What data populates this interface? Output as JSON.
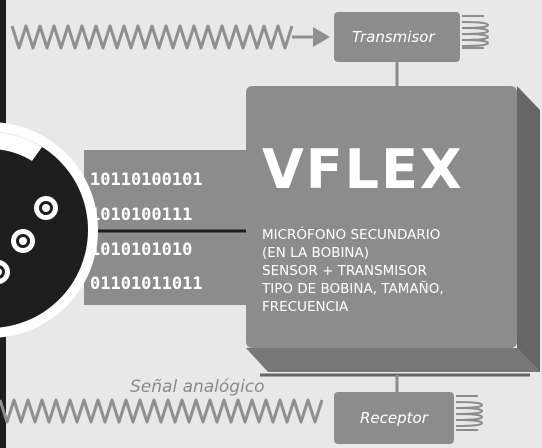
{
  "transmitter": {
    "label": "Transmisor"
  },
  "receiver": {
    "label": "Receptor"
  },
  "signal_label": "Señal analógico",
  "binary_lines": [
    "10110100101",
    "1010100111",
    "1010101010",
    "01101011011"
  ],
  "device": {
    "title": "VFLEX",
    "lines": [
      "MICRÓFONO SECUNDARIO",
      "(EN LA BOBINA)",
      "SENSOR + TRANSMISOR",
      "TIPO DE BOBINA, TAMAÑO,",
      "FRECUENCIA"
    ]
  },
  "colors": {
    "background": "#e8e8e8",
    "box": "#8c8c8c",
    "box_dark": "#666666",
    "connector": "#1e1e1e",
    "wave": "#8f8f8f"
  },
  "icons": [
    "coil-icon",
    "xlr-connector-icon",
    "wave-signal-icon",
    "arrow-icon"
  ]
}
